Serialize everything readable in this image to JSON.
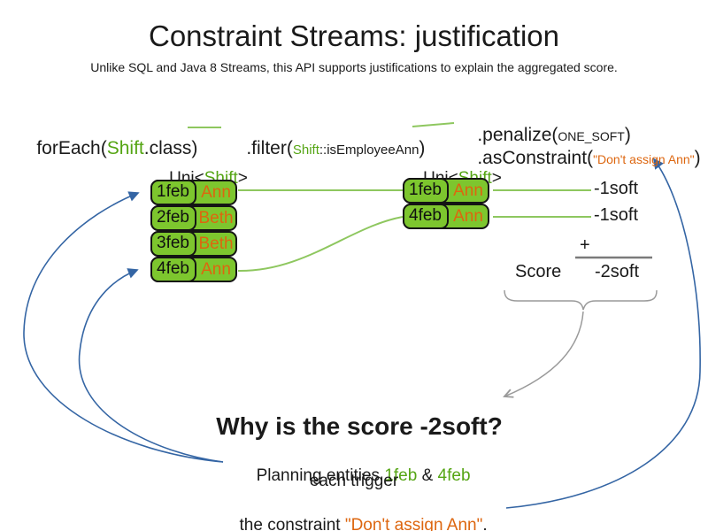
{
  "colors": {
    "box-green": "#7dc62e",
    "green-text": "#55a514",
    "line-green": "#8ec75f",
    "orange": "#dd660f",
    "blue": "#3465a4",
    "gray": "#9a9a9a",
    "dark-gray": "#7a7a7a",
    "text": "#1a1a1a"
  },
  "header": {
    "title": "Constraint Streams: justification",
    "subtitle": "Unlike SQL and Java 8 Streams, this API supports justifications to explain the aggregated score."
  },
  "code": {
    "foreach_pre": "forEach(",
    "foreach_type": "Shift",
    "foreach_post": ".class)",
    "filter_pre": ".filter(",
    "filter_type": "Shift",
    "filter_method": "::isEmployeeAnn",
    "filter_post": ")",
    "penalize_pre": ".penalize(",
    "penalize_arg": "ONE_SOFT",
    "penalize_post": ")",
    "asconstraint_pre": ".asConstraint(",
    "asconstraint_arg": "\"Don't assign Ann\"",
    "asconstraint_post": ")"
  },
  "left_stream": {
    "label_pre": "Uni<",
    "label_type": "Shift",
    "label_post": ">",
    "rows": [
      {
        "date": "1feb",
        "employee": "Ann"
      },
      {
        "date": "2feb",
        "employee": "Beth"
      },
      {
        "date": "3feb",
        "employee": "Beth"
      },
      {
        "date": "4feb",
        "employee": "Ann"
      }
    ]
  },
  "right_stream": {
    "label_pre": "Uni<",
    "label_type": "Shift",
    "label_post": ">",
    "rows": [
      {
        "date": "1feb",
        "employee": "Ann"
      },
      {
        "date": "4feb",
        "employee": "Ann"
      }
    ]
  },
  "penalties": {
    "items": [
      "-1soft",
      "-1soft"
    ],
    "plus": "+",
    "score_label": "Score",
    "score_value": "-2soft"
  },
  "explanation": {
    "heading": "Why is the score -2soft?",
    "line1_pre": "Planning entities ",
    "line1_entity1": "1feb",
    "line1_mid": " & ",
    "line1_entity2": "4feb",
    "line2": "each trigger",
    "line3_pre": "the constraint ",
    "line3_constraint": "\"Don't assign Ann\"",
    "line3_post": "."
  }
}
